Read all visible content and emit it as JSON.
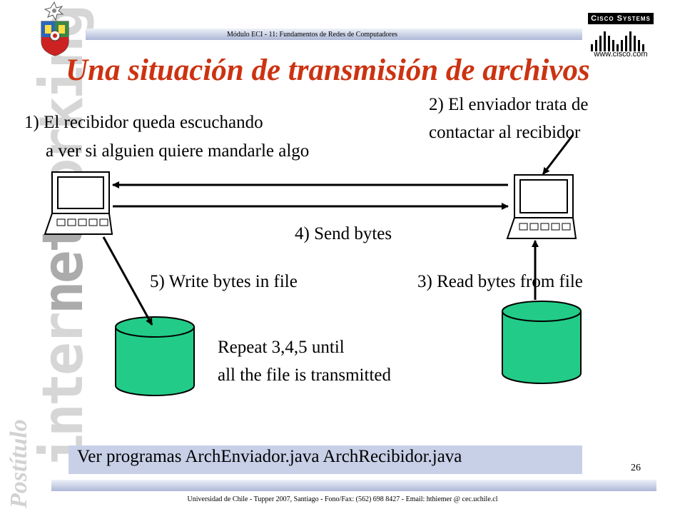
{
  "header": {
    "course": "Módulo ECI - 11: Fundamentos de Redes de Computadores",
    "brand_name": "Cisco Systems",
    "brand_url": "www.cisco.com"
  },
  "watermark": {
    "prefix": "inter",
    "highlight": "net",
    "suffix": "working",
    "postitulo": "Postítulo"
  },
  "title": "Una situación de transmisión de archivos",
  "steps": {
    "step1_line1": "1) El recibidor queda escuchando",
    "step1_line2": "a ver si alguien quiere mandarle algo",
    "step2_line1": "2)  El enviador trata de",
    "step2_line2": "contactar al recibidor",
    "step3": "3) Read bytes from file",
    "step4": "4) Send bytes",
    "step5": "5) Write bytes in file",
    "repeat_line1": "Repeat 3,4,5 until",
    "repeat_line2": "all the file is transmitted"
  },
  "note": "Ver programas ArchEnviador.java ArchRecibidor.java",
  "page_number": "26",
  "footer": "Universidad de Chile - Tupper 2007, Santiago - Fono/Fax: (562) 698 8427 - Email: hthiemer @ cec.uchile.cl",
  "colors": {
    "title": "#cc3311",
    "cylinder": "#22cc88",
    "note_box": "#c8d0e8",
    "header_bar": "#c9d1e6"
  }
}
